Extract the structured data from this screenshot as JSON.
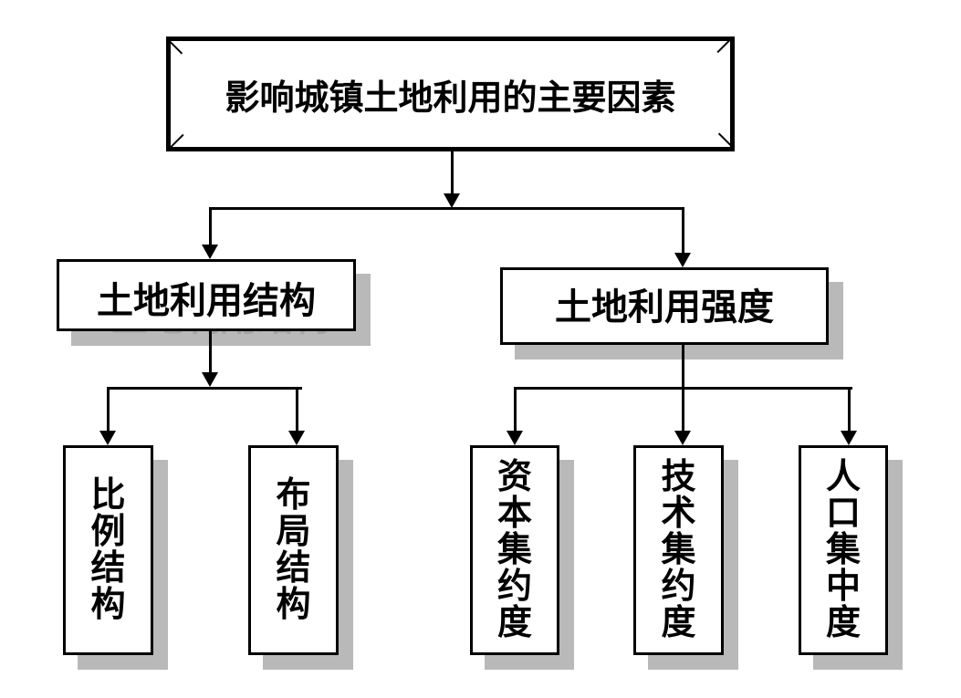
{
  "diagram": {
    "root": {
      "label": "影响城镇土地利用的主要因素"
    },
    "level1": [
      {
        "label": "土地利用结构"
      },
      {
        "label": "土地利用强度"
      }
    ],
    "level2_structure": [
      {
        "label": "比例结构"
      },
      {
        "label": "布局结构"
      }
    ],
    "level2_intensity": [
      {
        "label": "资本集约度"
      },
      {
        "label": "技术集约度"
      },
      {
        "label": "人口集中度"
      }
    ],
    "colors": {
      "line": "#000000",
      "box_fill": "#ffffff",
      "shadow": "#b9b9b9",
      "ghost_text": "#a3a3a3",
      "bevel_light": "#ffffff",
      "bevel_dark": "#c9c9c9"
    }
  }
}
